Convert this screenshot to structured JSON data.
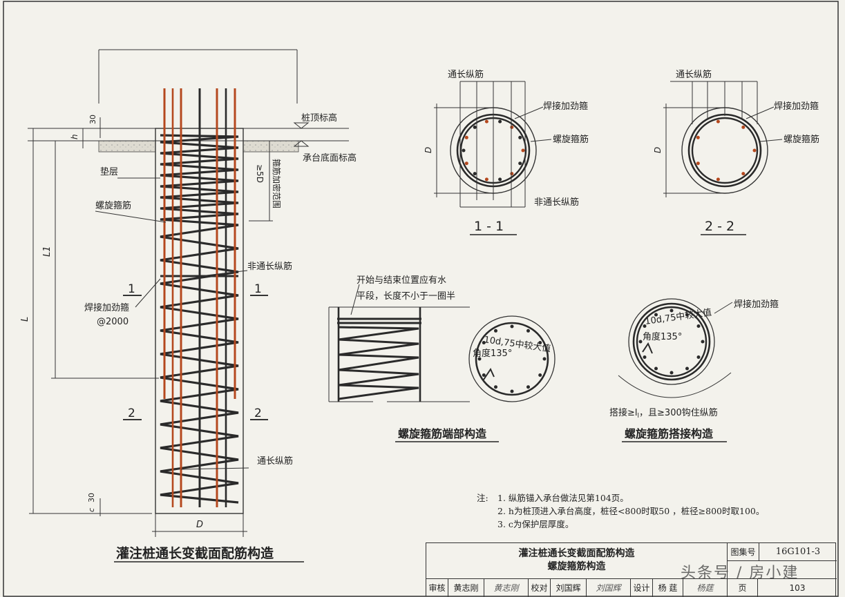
{
  "main_drawing": {
    "title": "灌注桩通长变截面配筋构造",
    "labels": {
      "pile_top_elev": "桩顶标高",
      "cap_bottom_elev": "承台底面标高",
      "cushion": "垫层",
      "spiral_stirrup": "螺旋箍筋",
      "welded_ring": "焊接加劲箍",
      "welded_ring_spacing": "@2000",
      "non_full_bar": "非通长纵筋",
      "full_bar": "通长纵筋",
      "densify_zone": "箍筋加密范围",
      "dim_5d": "≥5D",
      "dim_30_top": "30",
      "dim_h": "h",
      "dim_L1": "L1",
      "dim_L": "L",
      "dim_c": "c",
      "dim_30_bot": "30",
      "dim_D": "D",
      "sec1_left": "1",
      "sec1_right": "1",
      "sec2_left": "2",
      "sec2_right": "2"
    }
  },
  "section_1": {
    "caption": "1 - 1",
    "label_full_bar": "通长纵筋",
    "label_welded_ring": "焊接加劲箍",
    "label_spiral": "螺旋箍筋",
    "label_non_full_bar": "非通长纵筋",
    "dim_D": "D"
  },
  "section_2": {
    "caption": "2 - 2",
    "label_full_bar": "通长纵筋",
    "label_welded_ring": "焊接加劲箍",
    "label_spiral": "螺旋箍筋",
    "dim_D": "D"
  },
  "end_detail": {
    "caption": "螺旋箍筋端部构造",
    "note_line1": "开始与结束位置应有水",
    "note_line2": "平段，长度不小于一圈半",
    "hook_line1": "10d,75中较大值",
    "hook_line2": "角度135°"
  },
  "lap_detail": {
    "caption": "螺旋箍筋搭接构造",
    "label_welded_ring": "焊接加劲箍",
    "hook_line1": "10d,75中较大值",
    "hook_line2": "角度135°",
    "lap_note": "搭接≥l",
    "lap_sub": "l",
    "lap_note_tail": "，且≥300钩住纵筋"
  },
  "notes": {
    "heading": "注:",
    "items": [
      "1.  纵筋锚入承台做法见第104页。",
      "2.  h为桩顶进入承台高度，桩径<800时取50 ，桩径≥800时取100。",
      "3.  c为保护层厚度。"
    ]
  },
  "title_block": {
    "title_line1": "灌注桩通长变截面配筋构造",
    "title_line2": "螺旋箍筋构造",
    "atlas_label": "图集号",
    "atlas_code": "16G101-3",
    "review_label": "审核",
    "review_name": "黄志刚",
    "review_sig": "黄志刚",
    "check_label": "校对",
    "check_name": "刘国辉",
    "check_sig": "刘国辉",
    "design_label": "设计",
    "design_name": "杨 莛",
    "design_sig": "杨莛",
    "page_label": "页",
    "page_num": "103"
  },
  "watermark": "头条号 / 房小建",
  "colors": {
    "paper": "#f3f2ec",
    "ink": "#222222",
    "rebar_red": "#b5481e",
    "rebar_dark": "#2a2a2a",
    "concrete": "#d9d6cc"
  }
}
